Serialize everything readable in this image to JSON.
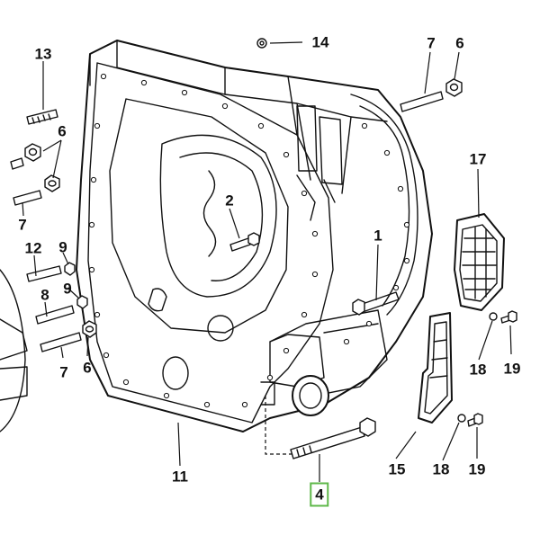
{
  "figure": {
    "callouts": [
      {
        "id": "c13",
        "label": "13",
        "highlight": false
      },
      {
        "id": "c14",
        "label": "14",
        "highlight": false
      },
      {
        "id": "c7a",
        "label": "7",
        "highlight": false
      },
      {
        "id": "c6a",
        "label": "6",
        "highlight": false
      },
      {
        "id": "c6b",
        "label": "6",
        "highlight": false
      },
      {
        "id": "c7b",
        "label": "7",
        "highlight": false
      },
      {
        "id": "c2",
        "label": "2",
        "highlight": false
      },
      {
        "id": "c17",
        "label": "17",
        "highlight": false
      },
      {
        "id": "c12",
        "label": "12",
        "highlight": false
      },
      {
        "id": "c9a",
        "label": "9",
        "highlight": false
      },
      {
        "id": "c8",
        "label": "8",
        "highlight": false
      },
      {
        "id": "c9b",
        "label": "9",
        "highlight": false
      },
      {
        "id": "c1",
        "label": "1",
        "highlight": false
      },
      {
        "id": "c7c",
        "label": "7",
        "highlight": false
      },
      {
        "id": "c6c",
        "label": "6",
        "highlight": false
      },
      {
        "id": "c18a",
        "label": "18",
        "highlight": false
      },
      {
        "id": "c19a",
        "label": "19",
        "highlight": false
      },
      {
        "id": "c11",
        "label": "11",
        "highlight": false
      },
      {
        "id": "c15",
        "label": "15",
        "highlight": false
      },
      {
        "id": "c18b",
        "label": "18",
        "highlight": false
      },
      {
        "id": "c19b",
        "label": "19",
        "highlight": false
      },
      {
        "id": "c4",
        "label": "4",
        "highlight": true
      }
    ],
    "highlight_color": "#5fb84a"
  }
}
